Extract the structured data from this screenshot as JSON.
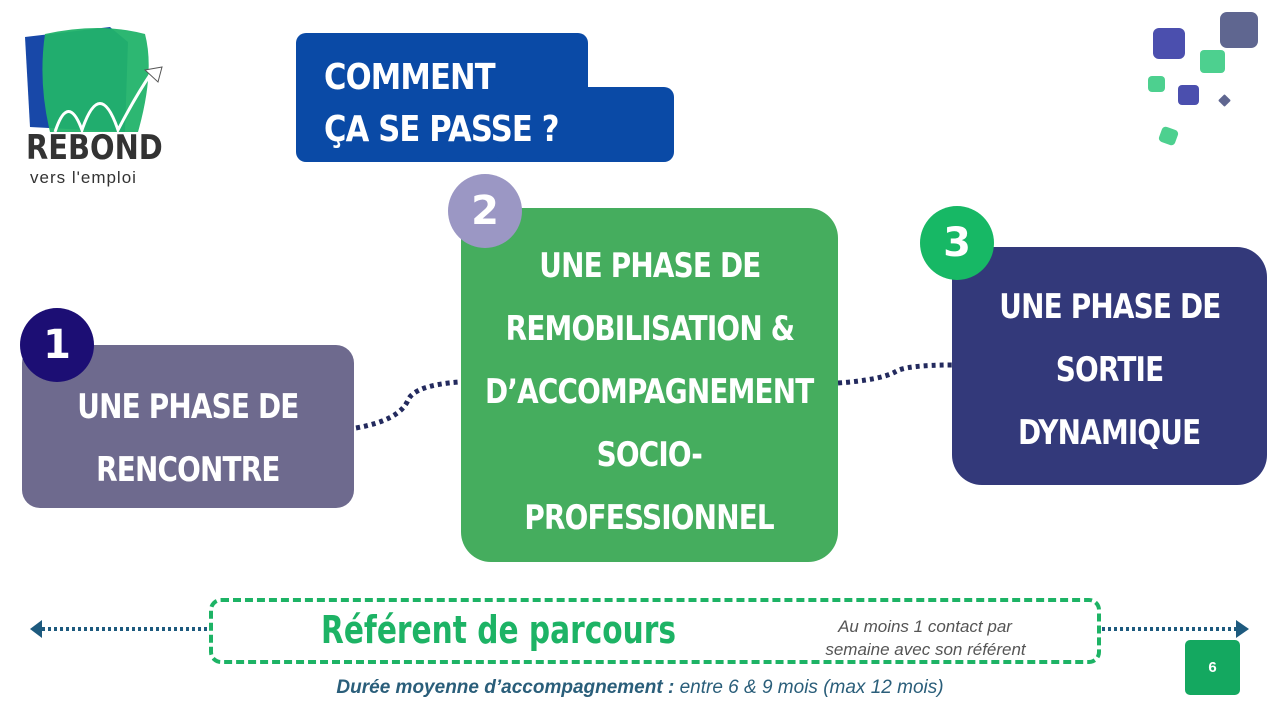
{
  "logo": {
    "name": "REBOND",
    "tagline": "vers l'emploi"
  },
  "title": {
    "line1": "COMMENT",
    "line2": "ÇA SE PASSE ?"
  },
  "phases": [
    {
      "number": "1",
      "lines": [
        "UNE PHASE DE",
        "RENCONTRE"
      ]
    },
    {
      "number": "2",
      "lines": [
        "UNE PHASE DE",
        "REMOBILISATION &",
        "D’ACCOMPAGNEMENT",
        "SOCIO-",
        "PROFESSIONNEL"
      ]
    },
    {
      "number": "3",
      "lines": [
        "UNE PHASE DE",
        "SORTIE",
        "DYNAMIQUE"
      ]
    }
  ],
  "referent": {
    "label": "Référent de parcours",
    "note_line1": "Au moins 1 contact par",
    "note_line2": "semaine avec son référent"
  },
  "duration": {
    "label": "Durée moyenne d’accompagnement :",
    "value": " entre 6 & 9 mois (max 12 mois)"
  },
  "page_number": "6",
  "colors": {
    "blue": "#0a4aa6",
    "green": "#45ad5e",
    "purple": "#6e6a8e",
    "navy": "#33397a",
    "accent_green": "#1db365"
  }
}
